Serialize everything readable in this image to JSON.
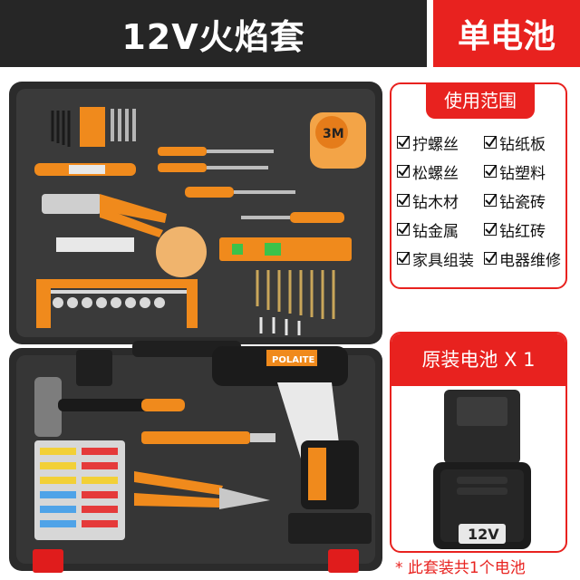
{
  "header": {
    "title": "12V火焰套",
    "badge": "单电池"
  },
  "usage": {
    "title": "使用范围",
    "items": [
      "拧螺丝",
      "钻纸板",
      "松螺丝",
      "钻塑料",
      "钻木材",
      "钻瓷砖",
      "钻金属",
      "钻红砖",
      "家具组装",
      "电器维修"
    ]
  },
  "battery": {
    "title": "原装电池 X 1",
    "voltage_label": "12V",
    "note": "* 此套装共1个电池"
  },
  "photo": {
    "tape_label": "3M",
    "drill_brand": "POLAITE"
  },
  "colors": {
    "accent_red": "#e8221f",
    "title_bg": "#262626",
    "tool_orange": "#f08a1c",
    "case_black": "#2b2b2b"
  }
}
